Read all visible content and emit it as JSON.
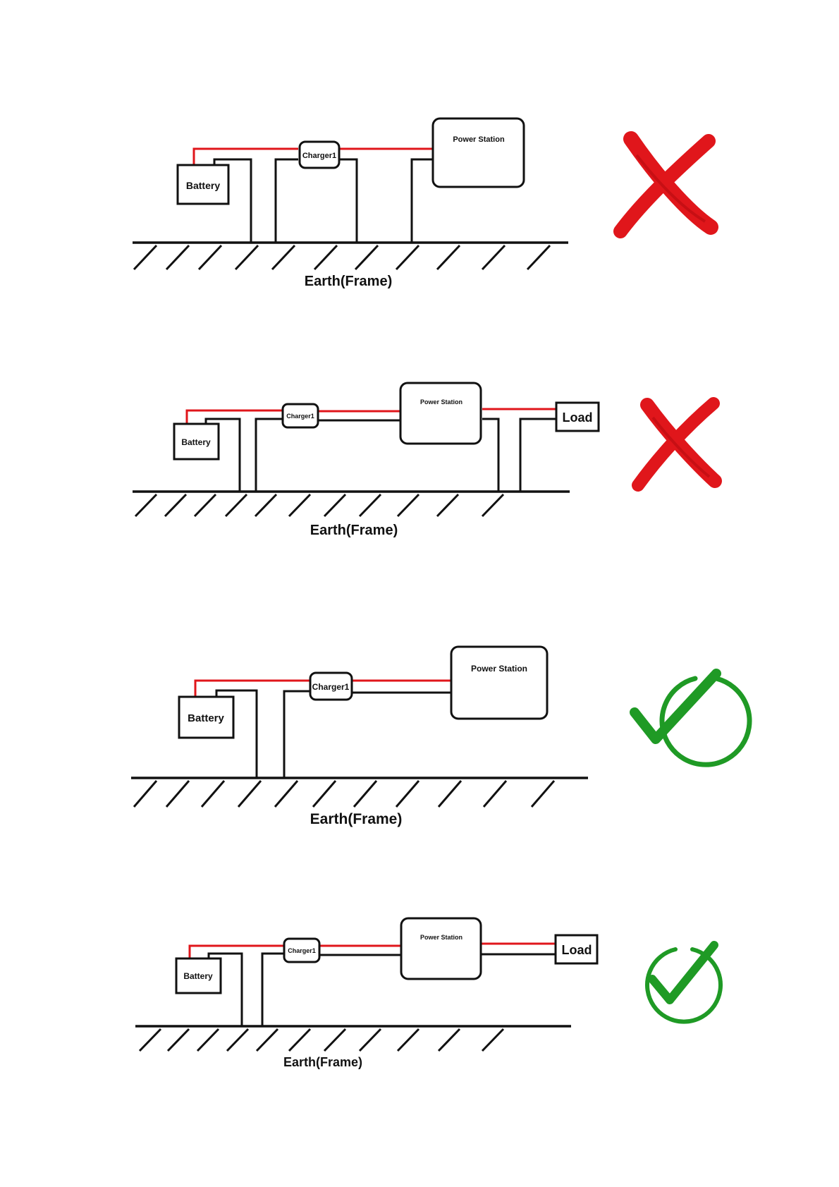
{
  "colors": {
    "positive_wire": "#e0161b",
    "negative_wire": "#111111",
    "wrong_mark": "#e0161b",
    "correct_mark": "#1f9a25"
  },
  "diagrams": [
    {
      "battery_label": "Battery",
      "charger_label": "Charger1",
      "station_label": "Power Station",
      "ground_label": "Earth(Frame)",
      "verdict_icon": "red-cross-icon"
    },
    {
      "battery_label": "Battery",
      "charger_label": "Charger1",
      "station_label": "Power Station",
      "load_label": "Load",
      "ground_label": "Earth(Frame)",
      "verdict_icon": "red-cross-icon"
    },
    {
      "battery_label": "Battery",
      "charger_label": "Charger1",
      "station_label": "Power Station",
      "ground_label": "Earth(Frame)",
      "verdict_icon": "green-check-icon"
    },
    {
      "battery_label": "Battery",
      "charger_label": "Charger1",
      "station_label": "Power Station",
      "load_label": "Load",
      "ground_label": "Earth(Frame)",
      "verdict_icon": "green-check-icon"
    }
  ]
}
